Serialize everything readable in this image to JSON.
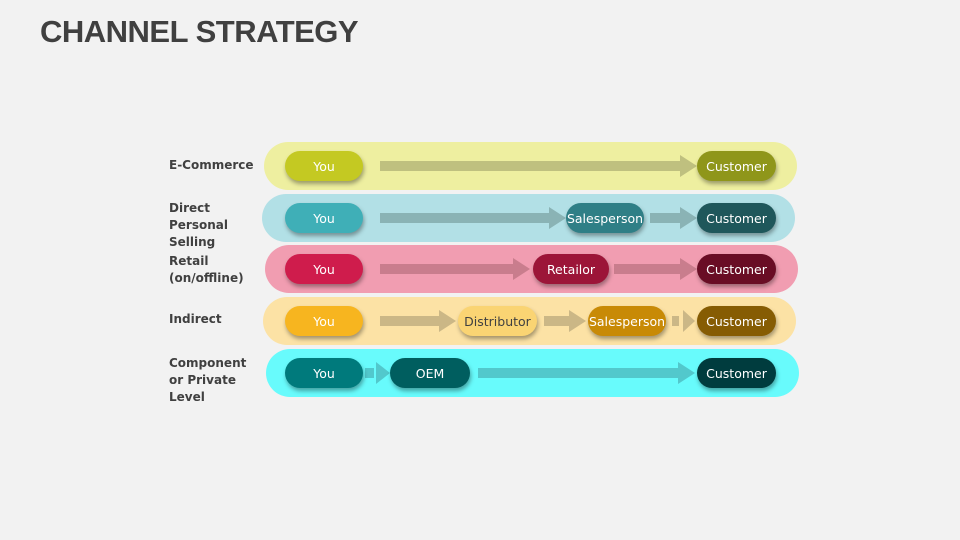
{
  "title": "CHANNEL STRATEGY",
  "rows": [
    {
      "label": "E-Commerce",
      "nodes": [
        "You",
        "Customer"
      ],
      "colors": {
        "band": "#eeefa0",
        "arrow": "#bfc07f",
        "pills": [
          "#c4c922",
          "#8f961a"
        ]
      }
    },
    {
      "label": "Direct Personal Selling",
      "nodes": [
        "You",
        "Salesperson",
        "Customer"
      ],
      "colors": {
        "band": "#b2e0e6",
        "arrow": "#8ab3b5",
        "pills": [
          "#3fafb7",
          "#2f7f86",
          "#1f575b"
        ]
      }
    },
    {
      "label": "Retail (on/offline)",
      "nodes": [
        "You",
        "Retailor",
        "Customer"
      ],
      "colors": {
        "band": "#f19db1",
        "arrow": "#c97d8d",
        "pills": [
          "#cf1c4c",
          "#9c1538",
          "#690d25"
        ]
      }
    },
    {
      "label": "Indirect",
      "nodes": [
        "You",
        "Distributor",
        "Salesperson",
        "Customer"
      ],
      "colors": {
        "band": "#fce2a5",
        "arrow": "#cbb786",
        "pills": [
          "#f7b51f",
          "#fad473",
          "#c88a06",
          "#865c03"
        ]
      }
    },
    {
      "label": "Component or Private Level",
      "nodes": [
        "You",
        "OEM",
        "Customer"
      ],
      "colors": {
        "band": "#68fbfc",
        "arrow": "#52c8cc",
        "pills": [
          "#007a7c",
          "#005e5f",
          "#003c3e"
        ]
      }
    }
  ]
}
